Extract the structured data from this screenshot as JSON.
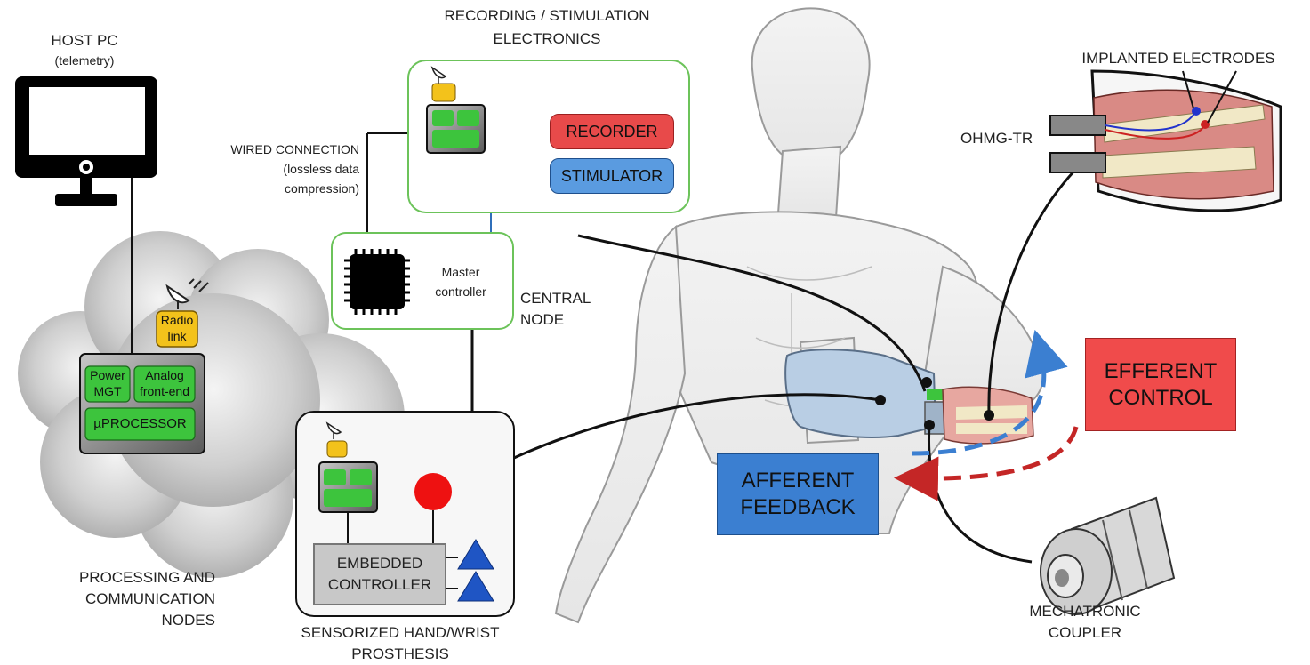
{
  "host_pc": {
    "title": "HOST PC",
    "subtitle": "(telemetry)"
  },
  "recording": {
    "title_line1": "RECORDING / STIMULATION",
    "title_line2": "ELECTRONICS",
    "recorder": "RECORDER",
    "stimulator": "STIMULATOR"
  },
  "wired": {
    "line1": "WIRED CONNECTION",
    "line2": "(lossless data",
    "line3": "compression)"
  },
  "central": {
    "controller_line1": "Master",
    "controller_line2": "controller",
    "node_line1": "CENTRAL",
    "node_line2": "NODE"
  },
  "cloud": {
    "radio_line1": "Radio",
    "radio_line2": "link",
    "power_line1": "Power",
    "power_line2": "MGT",
    "analog_line1": "Analog",
    "analog_line2": "front-end",
    "processor": "µPROCESSOR"
  },
  "processing": {
    "line1": "PROCESSING AND",
    "line2": "COMMUNICATION",
    "line3": "NODES"
  },
  "prosthesis": {
    "embedded_line1": "EMBEDDED",
    "embedded_line2": "CONTROLLER",
    "label_line1": "SENSORIZED HAND/WRIST",
    "label_line2": "PROSTHESIS"
  },
  "implant": {
    "title": "IMPLANTED ELECTRODES",
    "ohmg": "OHMG-TR"
  },
  "efferent": {
    "line1": "EFFERENT",
    "line2": "CONTROL"
  },
  "afferent": {
    "line1": "AFFERENT",
    "line2": "FEEDBACK"
  },
  "coupler": {
    "line1": "MECHATRONIC",
    "line2": "COUPLER"
  },
  "colors": {
    "green_border": "#6cc35a",
    "chip_green": "#3dc43d",
    "recorder_red": "#e84a4a",
    "stimulator_blue": "#5a9be0",
    "efferent_red": "#f04b4b",
    "afferent_blue": "#3b7fd1",
    "radio_yellow": "#f3c21b",
    "triangle_blue": "#1f55c4",
    "sensor_red": "#ee1111"
  }
}
